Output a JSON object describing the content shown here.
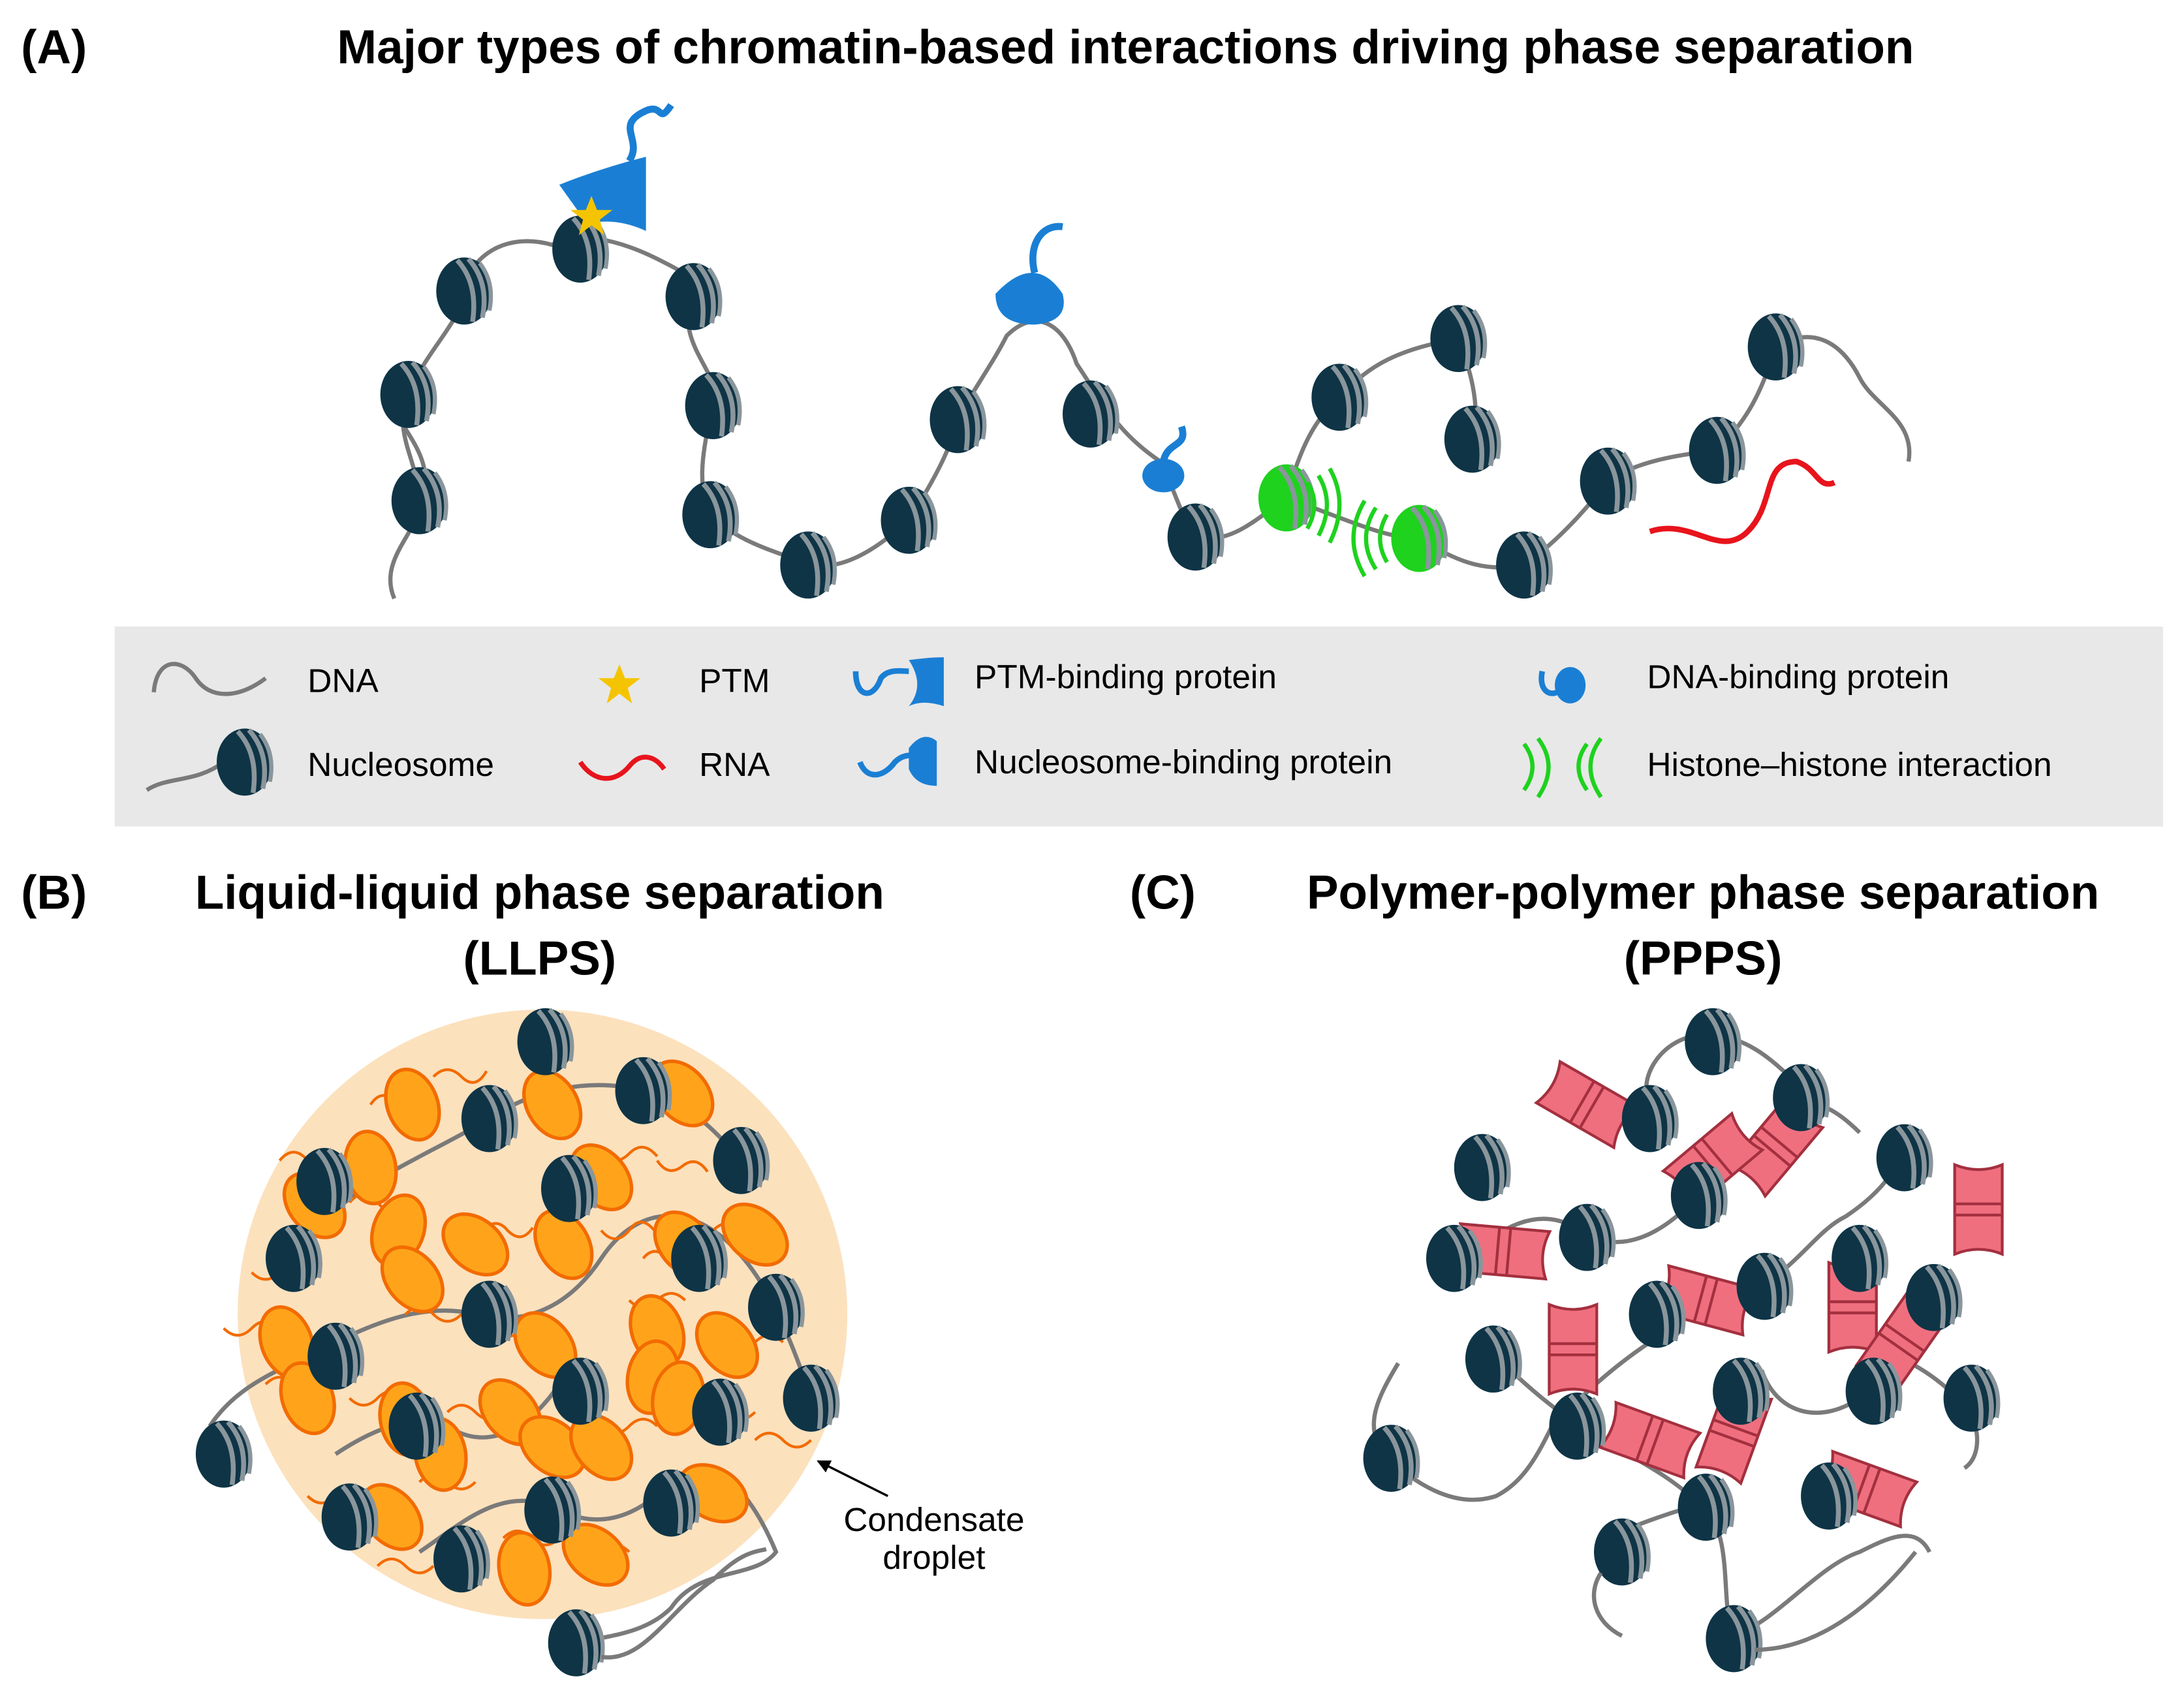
{
  "panel_a": {
    "letter": "(A)",
    "title": "Major types of chromatin-based interactions driving phase separation"
  },
  "legend": {
    "dna": "DNA",
    "nucleosome": "Nucleosome",
    "ptm": "PTM",
    "rna": "RNA",
    "ptm_binding_protein": "PTM-binding protein",
    "nucleosome_binding_protein": "Nucleosome-binding protein",
    "dna_binding_protein": "DNA-binding protein",
    "histone_histone_interaction": "Histone–histone interaction"
  },
  "panel_b": {
    "letter": "(B)",
    "title_line1": "Liquid-liquid phase separation",
    "title_line2": "(LLPS)",
    "callout_line1": "Condensate",
    "callout_line2": "droplet"
  },
  "panel_c": {
    "letter": "(C)",
    "title_line1": "Polymer-polymer phase separation",
    "title_line2": "(PPPS)"
  },
  "colors": {
    "nucleosome": "#0e3446",
    "nucleosome_stripe": "#8a969c",
    "dna": "#7a7a7a",
    "protein_blue": "#1a7fd4",
    "ptm_star": "#f5c400",
    "rna": "#e8141c",
    "histone_green": "#1ed21e",
    "legend_bg": "#e8e8e8",
    "droplet": "#fce1bd",
    "orange_protein": "#ffa41a",
    "orange_outline": "#f26b00",
    "pink_protein": "#ef6f7f",
    "pink_outline": "#a3303f"
  }
}
